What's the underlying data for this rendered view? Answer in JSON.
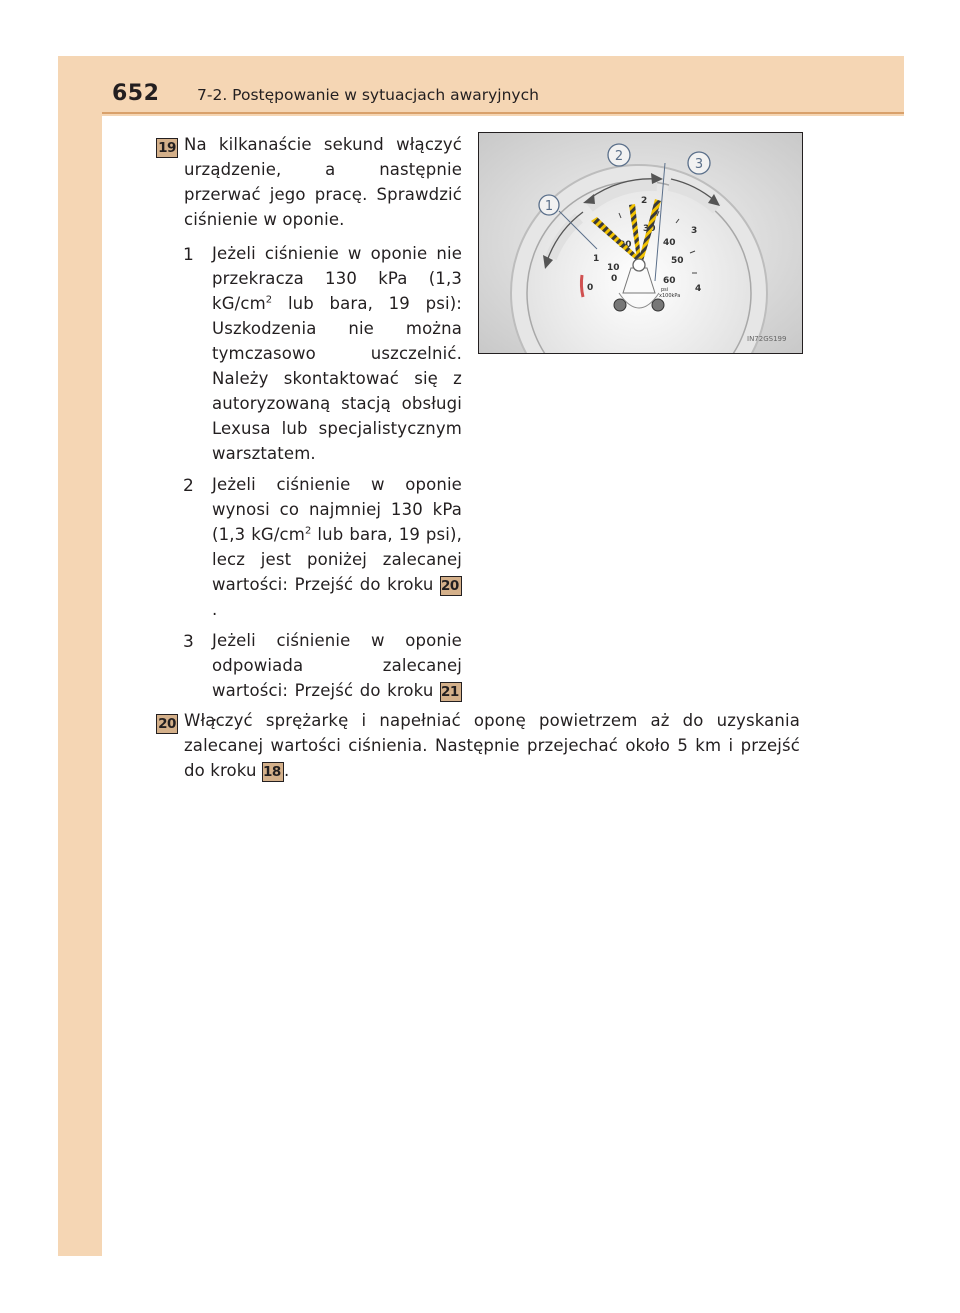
{
  "header": {
    "page_number": "652",
    "section_title": "7-2. Postępowanie w sytuacjach awaryjnych"
  },
  "steps": {
    "step19": {
      "badge": "19",
      "text": "Na kilkanaście sekund włączyć urządzenie, a następnie przerwać jego pracę. Sprawdzić ciśnienie w oponie."
    },
    "sub1": {
      "marker": "1",
      "text_a": "Jeżeli ciśnienie w oponie nie przekracza 130 kPa (1,3 kG/cm",
      "sup": "2",
      "text_b": " lub bara, 19 psi): Uszkodzenia nie można tymczasowo uszczelnić. Należy skontaktować się z autoryzowaną stacją obsługi Lexusa lub specjalistycznym warsztatem."
    },
    "sub2": {
      "marker": "2",
      "text_a": "Jeżeli ciśnienie w oponie wynosi co najmniej 130 kPa (1,3 kG/cm",
      "sup": "2",
      "text_b": " lub bara, 19 psi), lecz jest poniżej zalecanej wartości: Przejść do kroku ",
      "badge": "20",
      "end": "."
    },
    "sub3": {
      "marker": "3",
      "text_a": "Jeżeli ciśnienie w oponie odpowiada zalecanej wartości: Przejść do kroku ",
      "badge": "21",
      "end": "."
    },
    "step20": {
      "badge": "20",
      "text_a": "Włączyć sprężarkę i napełniać oponę powietrzem aż do uzyskania zalecanej wartości ciśnienia. Następnie przejechać około 5 km i przejść do kroku ",
      "badge_ref": "18",
      "end": "."
    }
  },
  "figure": {
    "callouts": [
      "1",
      "2",
      "3"
    ],
    "scale_bar": [
      "0",
      "1",
      "2",
      "3",
      "4"
    ],
    "scale_kpa": [
      "0",
      "10",
      "20",
      "30",
      "40",
      "50",
      "60"
    ],
    "unit_psi": "psi",
    "unit_kpa": "x100kPa",
    "figure_code": "IN72GS199"
  }
}
